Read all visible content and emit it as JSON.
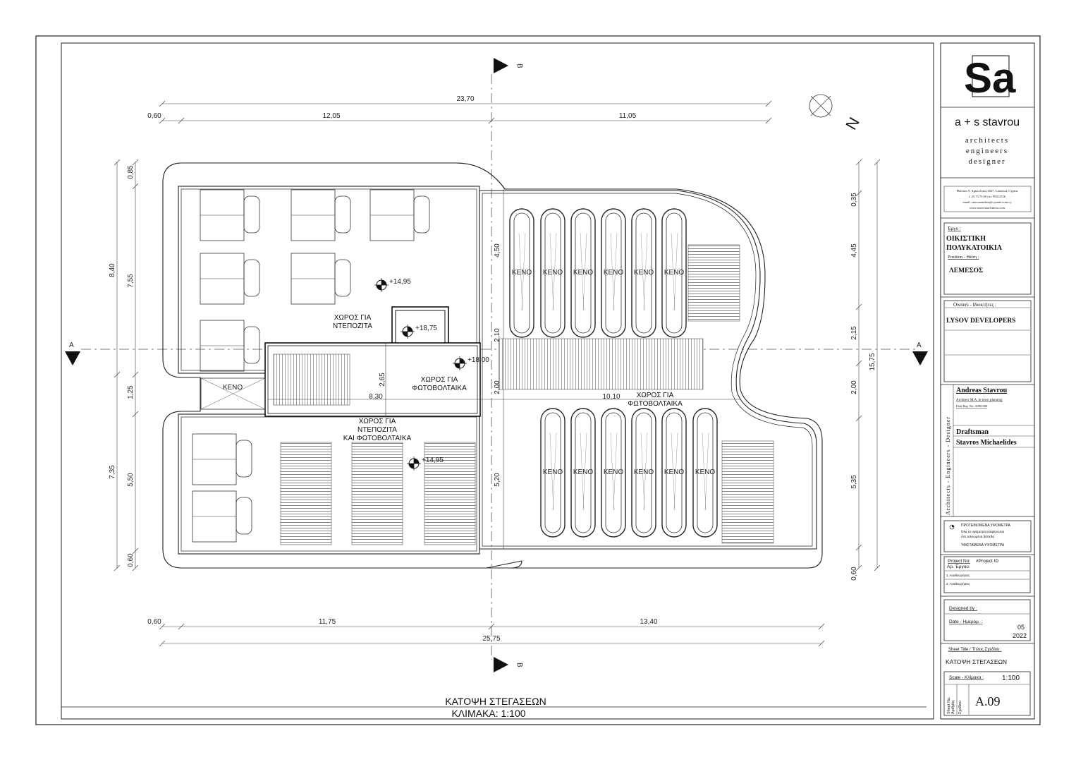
{
  "firm": {
    "logo": "Sa",
    "name": "a + s  stavrou",
    "subtitle": [
      "architects",
      "engineers",
      "designer"
    ],
    "address": [
      "Platonos 9, Agias Zonis,3027, Limassol, Cyprus",
      "t: 25.73.73.00 | m: 99412726",
      "email: stavrouandrea@cytanet.com.cy",
      "www.stavrouarchitects.com"
    ]
  },
  "project": {
    "label": "Έργο :",
    "name_line1": "ΟΙΚΙΣΤΙΚΗ",
    "name_line2": "ΠΟΛΥΚΑΤΟΙΚΙΑ",
    "position_label": "Position - Θέση :",
    "position": "ΛΕΜΕΣΟΣ"
  },
  "owners": {
    "label": "Owners - Ιδιοκτήτες :",
    "name": "LYSOV DEVELOPERS"
  },
  "team": {
    "vertical": "Architects - Engineers - Designer",
    "architect": "Andreas Stavrou",
    "architect_sub": "Architect M.A. in town planning",
    "architect_reg": "Etek Reg. No. A090.000",
    "draftsman_label": "Draftsman",
    "draftsman": "Stavros Michaelides"
  },
  "legend": {
    "proposed": "ΠΡΟΤΕΙΝΟΜΕΝΑ ΥΨΟΜΕΤΡΑ",
    "proposed_note1": "Όλα τα υψόμετρα αναφέρονται",
    "proposed_note2": "στα τελειωμένα δάπεδα",
    "existing": "ΥΦΙΣΤΑΜΕΝΑ ΥΨΟΜΕΤΡΑ"
  },
  "project_no": {
    "label": "Project No:",
    "label2": "Αρ. Έργου:",
    "value": "#Project ID",
    "rev1": "1. Αναθεωρήσεις",
    "rev2": "2. Αναθεωρήσεις"
  },
  "design": {
    "designed_by": "Designed by :",
    "date_label": "Date - Ημερομ. :",
    "month": "05",
    "year": "2022"
  },
  "sheet": {
    "title_label": "Sheet  Title  /  Τίτλος Σχεδίου :",
    "title": "ΚΑΤΟΨΗ ΣΤΕΓΑΣΕΩΝ",
    "scale_label": "Scale - Κλίμακα :",
    "scale": "1:100",
    "sheet_no_label1": "Sheet No.",
    "sheet_no_label2": "Αριθμός",
    "sheet_no_label3": "Σχεδίου",
    "sheet_no": "A.09"
  },
  "drawing": {
    "title": "ΚΑΤΟΨΗ ΣΤΕΓΑΣΕΩΝ",
    "scale": "ΚΛΙΜΑΚΑ: 1:100",
    "north": "N",
    "section_a": "A",
    "section_b": "B",
    "top_dims": {
      "total": "23,70",
      "d1": "0,60",
      "d2": "12,05",
      "d3": "11,05"
    },
    "bottom_dims": {
      "total": "25,75",
      "d1": "0,60",
      "d2": "11,75",
      "d3": "13,40"
    },
    "left_dims": {
      "a": "8,40",
      "b": "7,35",
      "c1": "0,85",
      "c2": "7,55",
      "c3": "1,25",
      "c4": "5,50",
      "c5": "0,60"
    },
    "right_dims": {
      "total": "15,75",
      "r1": "0,35",
      "r2": "4,45",
      "r3": "2,15",
      "r4": "2,00",
      "r5": "5,35",
      "r6": "0,60"
    },
    "inner_dims": {
      "i1": "4,50",
      "i2": "2,10",
      "i3": "2,00",
      "i4": "5,20",
      "i5": "2,65",
      "h1": "8,30",
      "h2": "10,10"
    },
    "levels": {
      "l1": "+14,95",
      "l2": "+18,75",
      "l3": "+18,00",
      "l4": "+14,95"
    },
    "rooms": {
      "r1a": "ΧΩΡΟΣ ΓΙΑ",
      "r1b": "ΝΤΕΠΟΖΙΤΑ",
      "r2a": "ΧΩΡΟΣ ΓΙΑ",
      "r2b": "ΦΩΤΟΒΟΛΤΑΙΚΑ",
      "r3a": "ΧΩΡΟΣ ΓΙΑ",
      "r3b": "ΝΤΕΠΟΖΙΤΑ",
      "r3c": "ΚΑΙ ΦΩΤΟΒΟΛΤΑΙΚΑ",
      "r4a": "ΧΩΡΟΣ ΓΙΑ",
      "r4b": "ΦΩΤΟΒΟΛΤΑΙΚΑ"
    },
    "void": "ΚΕΝΟ"
  }
}
